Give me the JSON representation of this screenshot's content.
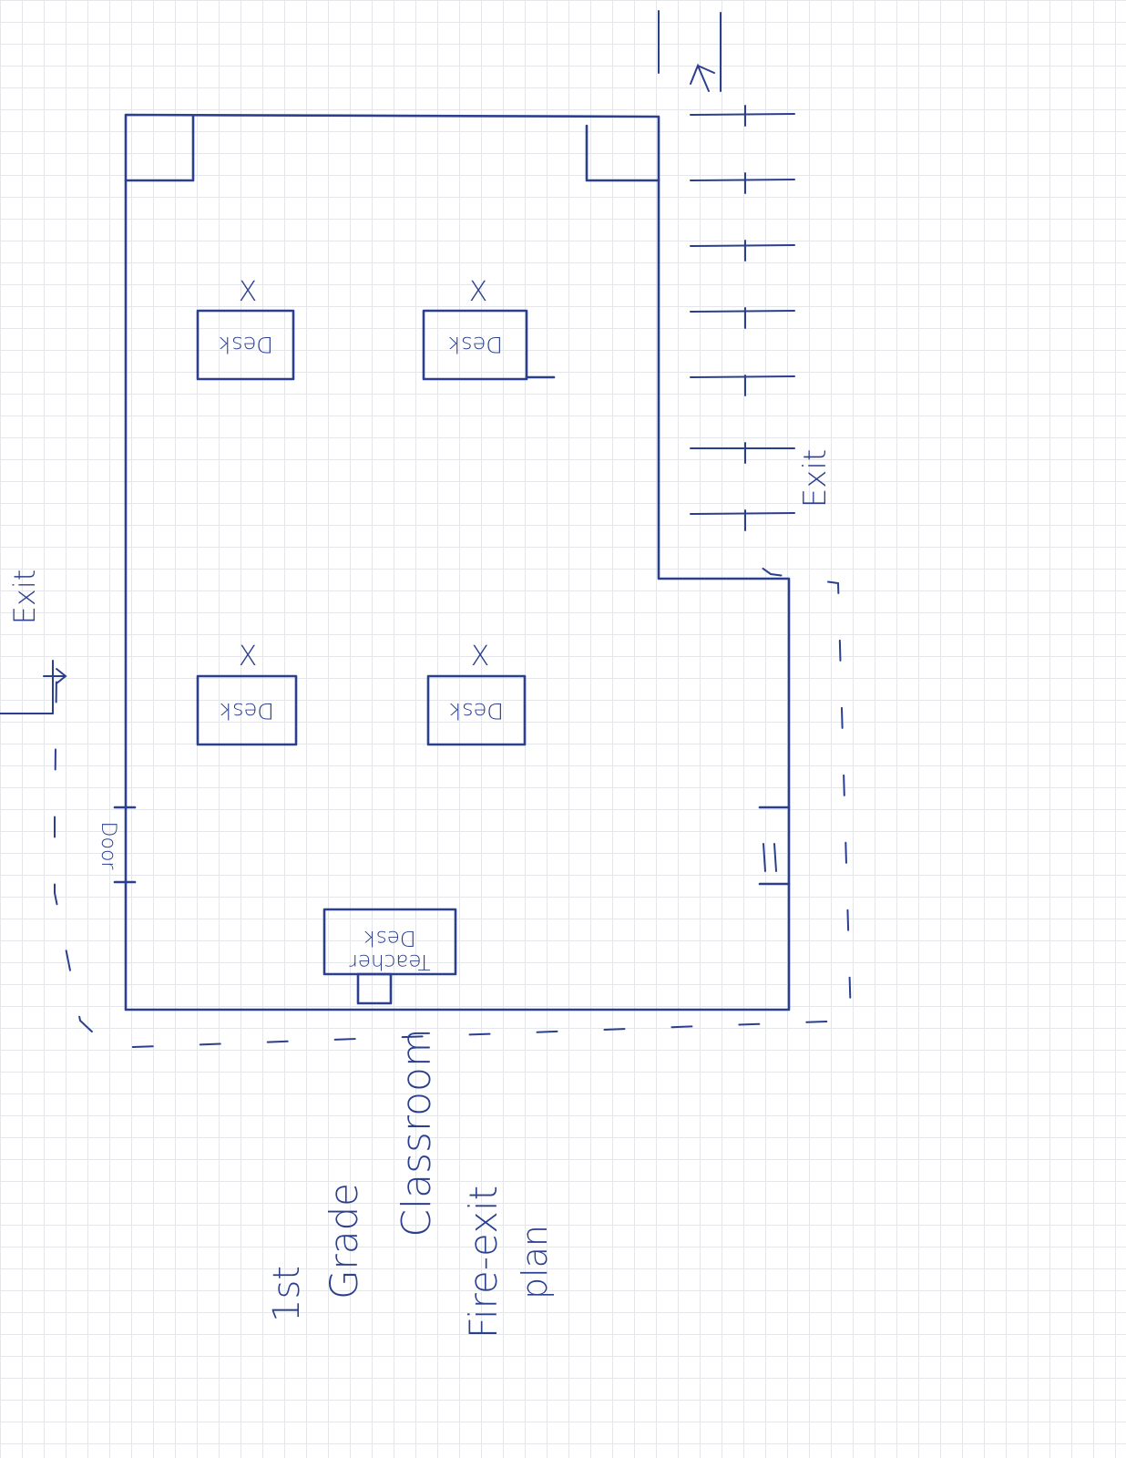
{
  "diagram": {
    "desk_label": "Desk",
    "seat_mark": "X",
    "teacher_desk_line1": "Teacher",
    "teacher_desk_line2": "Desk",
    "door_label": "Door",
    "exit_label_left": "Exit",
    "exit_label_right": "Exit",
    "title_line1": "1st",
    "title_line2": "Grade",
    "title_line3": "Classroom",
    "title_line4": "Fire-exit",
    "title_line5": "plan",
    "ink_color": "#2b3f8f",
    "paper_grid_color": "#e4e6ea"
  }
}
